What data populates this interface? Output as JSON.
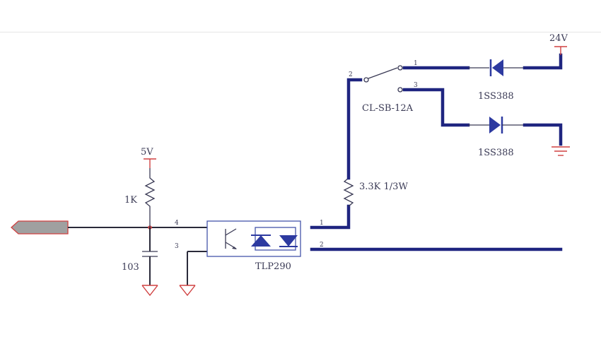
{
  "labels": {
    "supply_24v": "24V",
    "supply_5v": "5V",
    "resistor_1k": "1K",
    "capacitor_103": "103",
    "switch_part": "CL-SB-12A",
    "diode_top": "1SS388",
    "diode_bottom": "1SS388",
    "resistor_3k3": "3.3K 1/3W",
    "optocoupler": "TLP290"
  },
  "pins": {
    "opto_pin4": "4",
    "opto_pin3": "3",
    "opto_pin1": "1",
    "opto_pin2": "2",
    "switch_pin2": "2",
    "switch_pin1": "1",
    "switch_pin3": "3"
  },
  "colors": {
    "wire": "#2a2a3a",
    "thick_wire": "#1f2580",
    "power_symbol": "#d04040",
    "connector_fill": "#a0a0a0"
  }
}
